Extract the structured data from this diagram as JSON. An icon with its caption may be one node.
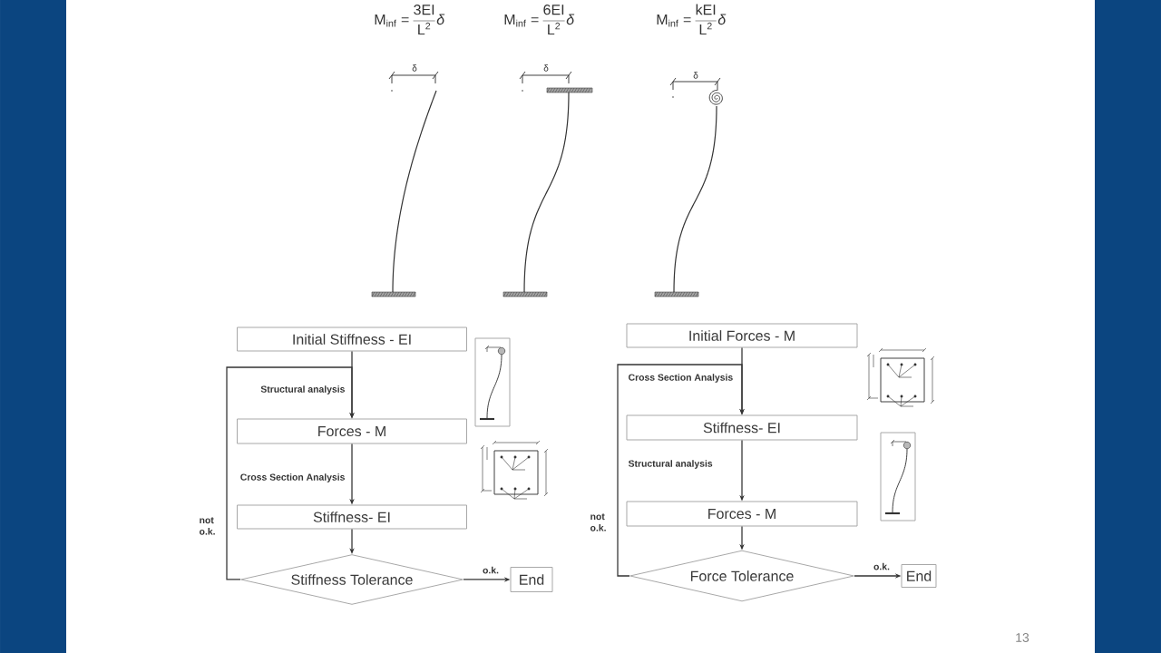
{
  "diagram": {
    "nodes": [
      {
        "text": [
          "Initial Stiffness - EI"
        ]
      },
      {
        "text": [
          "Forces - M"
        ]
      },
      {
        "text": [
          "Stiffness- EI"
        ]
      },
      {
        "text": [
          "Stiffness Tolerance"
        ]
      },
      {
        "text": [
          "End"
        ]
      },
      {
        "text": [
          "Initial Forces - M"
        ]
      },
      {
        "text": [
          "Stiffness- EI"
        ]
      },
      {
        "text": [
          "Forces - M"
        ]
      },
      {
        "text": [
          "Force Tolerance"
        ]
      },
      {
        "text": [
          "End"
        ]
      }
    ],
    "edges": [
      {
        "from": 0,
        "to": 1,
        "arrow": "to",
        "label": "Structural analysis"
      },
      {
        "from": 1,
        "to": 2,
        "arrow": "to",
        "label": "Cross Section Analysis"
      },
      {
        "from": 2,
        "to": 3,
        "arrow": "to"
      },
      {
        "from": 3,
        "to": 4,
        "arrow": "to",
        "label": "o.k."
      },
      {
        "from": 3,
        "to": 1,
        "arrow": "to",
        "label": "not o.k."
      },
      {
        "from": 5,
        "to": 6,
        "arrow": "to",
        "label": "Cross Section Analysis"
      },
      {
        "from": 6,
        "to": 7,
        "arrow": "to",
        "label": "Structural analysis"
      },
      {
        "from": 7,
        "to": 8,
        "arrow": "to"
      },
      {
        "from": 8,
        "to": 9,
        "arrow": "to",
        "label": "o.k."
      },
      {
        "from": 8,
        "to": 6,
        "arrow": "to",
        "label": "not o.k."
      }
    ],
    "labels": [
      "M$_{inf}$ =",
      "3EI",
      "L$^{2}$",
      "δ",
      "M$_{inf}$ =",
      "6EI",
      "L$^{2}$",
      "δ",
      "M$_{inf}$ =",
      "kEI",
      "L$^{2}$",
      "δ",
      "δ",
      "δ",
      "δ",
      "13"
    ]
  }
}
